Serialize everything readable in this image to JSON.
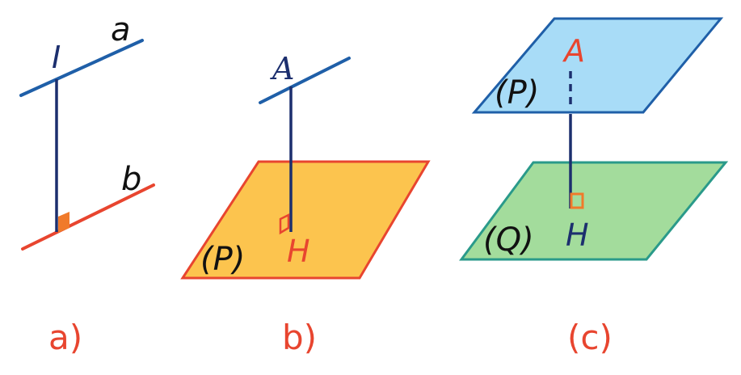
{
  "panels": {
    "a": {
      "caption": "a)",
      "line_a_label": "a",
      "line_b_label": "b",
      "point_label": "I"
    },
    "b": {
      "caption": "b)",
      "point_a_label": "A",
      "foot_label": "H",
      "plane_label": "(P)"
    },
    "c": {
      "caption": "(c)",
      "point_a_label": "A",
      "foot_label": "H",
      "plane_p_label": "(P)",
      "plane_q_label": "(Q)"
    }
  },
  "colors": {
    "blue_line": "#1f5fa8",
    "navy": "#1c2f6e",
    "red": "#e8452f",
    "orange_fill": "#fcc44e",
    "orange_square": "#f07a2a",
    "plane_p_fill": "#a8dcf7",
    "plane_p_stroke": "#1f5fa8",
    "plane_q_fill": "#a3dc9c",
    "plane_q_stroke": "#2a9a8a",
    "caption": "#e8452f"
  }
}
